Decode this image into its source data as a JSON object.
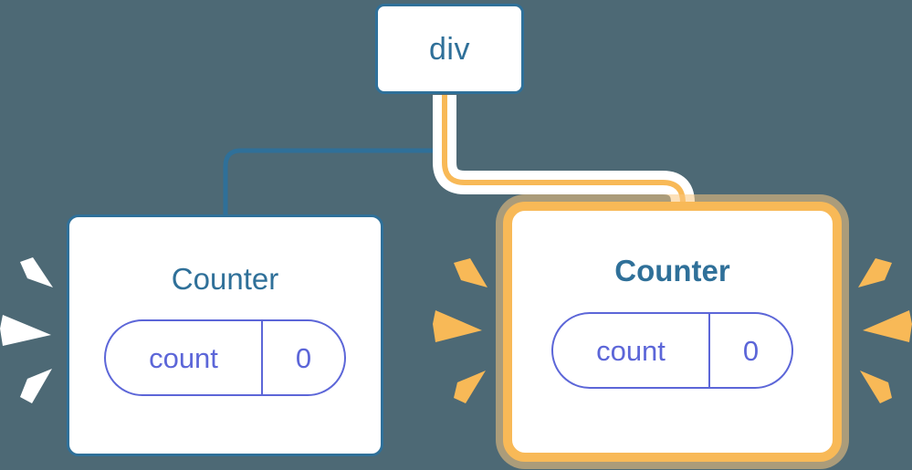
{
  "diagram": {
    "type": "component-tree",
    "title": "React component tree re-render highlight",
    "background_color": "#4d6975",
    "accent_blue": "#2f7099",
    "accent_orange": "#f8b957",
    "accent_indigo": "#5c66d8",
    "sparkle_white": "#ffffff"
  },
  "nodes": {
    "root": {
      "label": "div",
      "state": "normal"
    },
    "counter_left": {
      "title": "Counter",
      "state": "normal",
      "prop": {
        "key": "count",
        "value": "0"
      }
    },
    "counter_right": {
      "title": "Counter",
      "state": "highlighted",
      "prop": {
        "key": "count",
        "value": "0"
      }
    }
  },
  "edges": [
    {
      "name": "div-to-counter-left",
      "color": "#2f7099",
      "highlighted": false
    },
    {
      "name": "div-to-counter-right",
      "color": "#f8b957",
      "highlighted": true
    }
  ],
  "sparkles": {
    "left_group": {
      "color": "#ffffff",
      "count": 3,
      "direction": "right"
    },
    "middle_group": {
      "color": "#f8b957",
      "count": 3,
      "direction": "right"
    },
    "right_group": {
      "color": "#f8b957",
      "count": 3,
      "direction": "left"
    }
  }
}
